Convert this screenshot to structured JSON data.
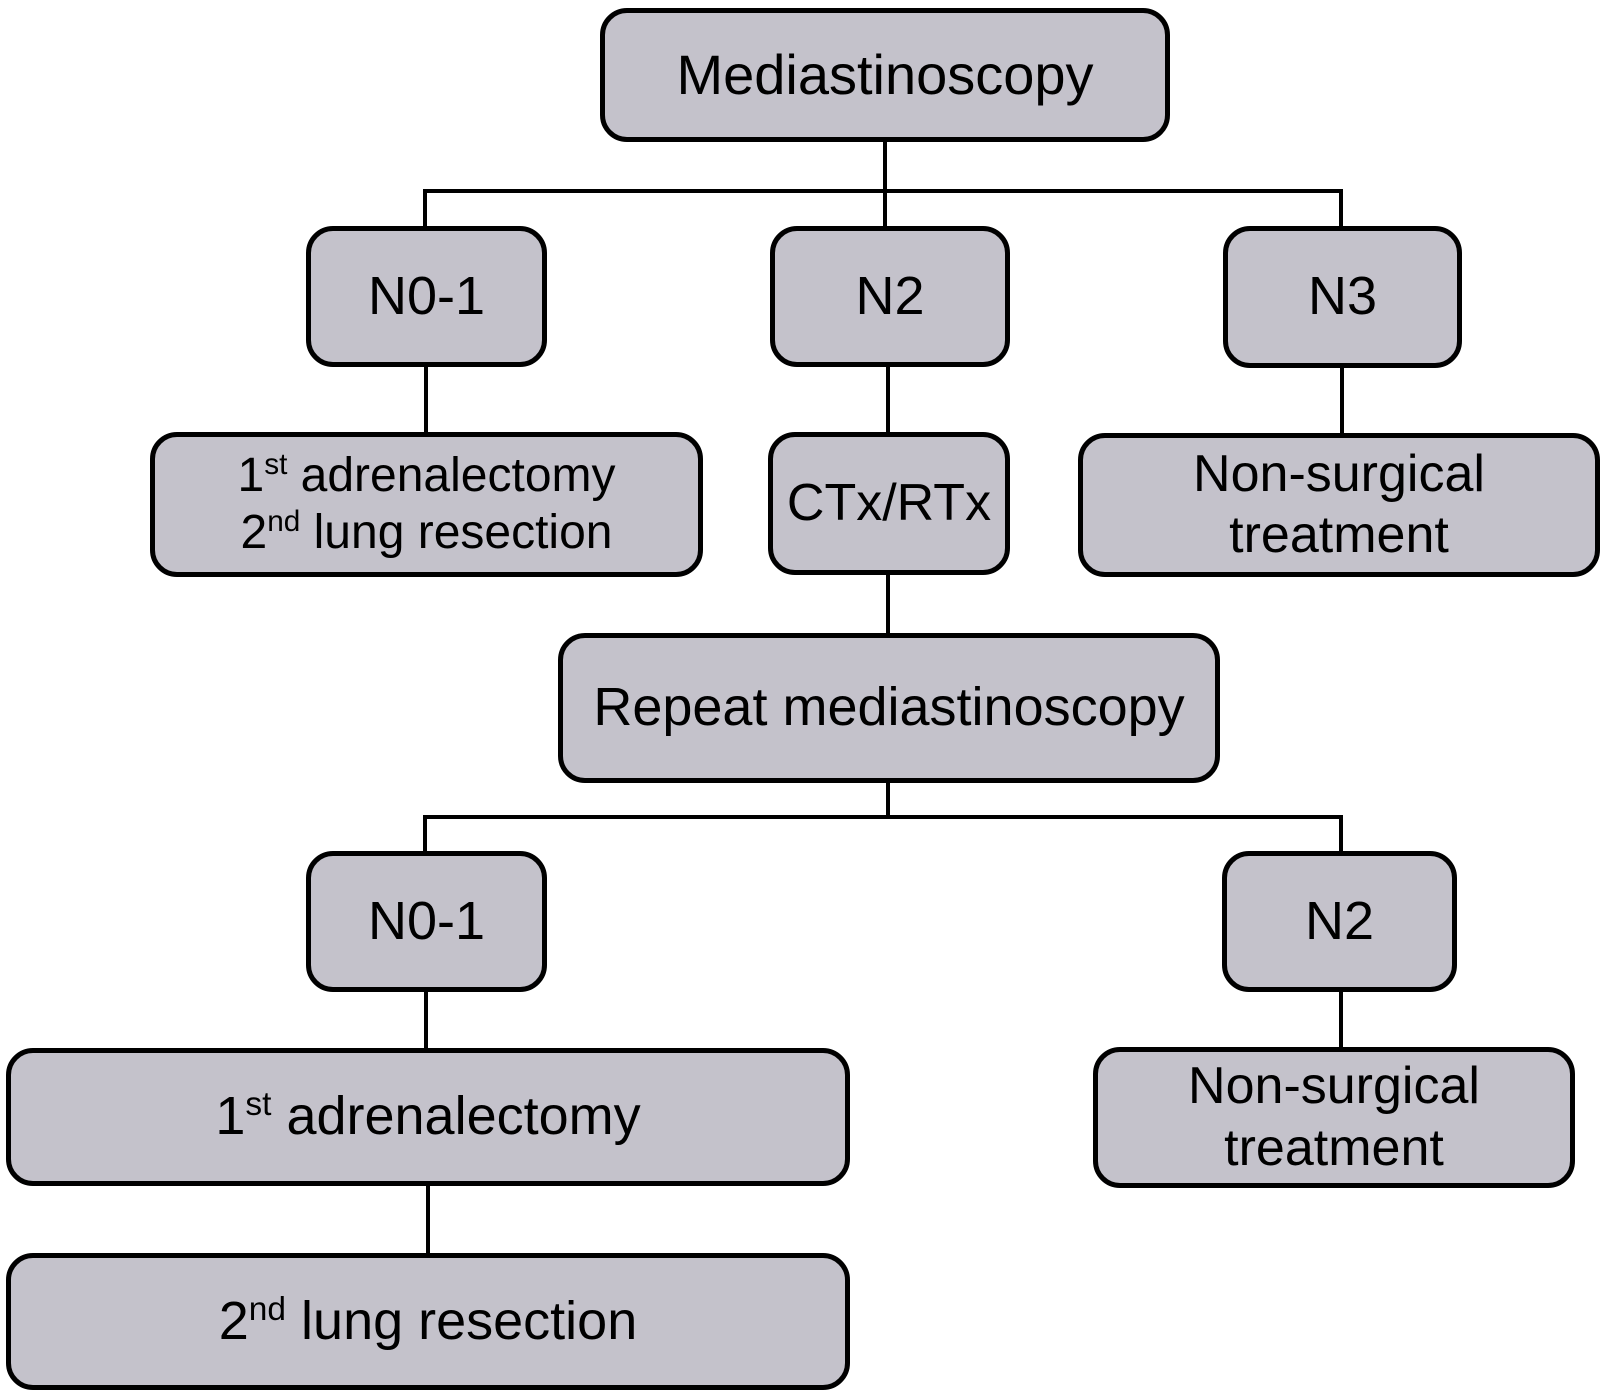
{
  "diagram": {
    "title": "Mediastinoscopy treatment decision flowchart",
    "colors": {
      "box_fill": "#c4c2cb",
      "box_border": "#000000",
      "connector_line": "#000000",
      "background": "#ffffff",
      "text": "#000000"
    },
    "nodes": {
      "mediastinoscopy": {
        "label": "Mediastinoscopy"
      },
      "n01_top": {
        "label": "N0-1"
      },
      "n2_top": {
        "label": "N2"
      },
      "n3_top": {
        "label": "N3"
      },
      "adrenalectomy_lung": {
        "line1": {
          "num": "1",
          "sup": "st",
          "text": " adrenalectomy"
        },
        "line2": {
          "num": "2",
          "sup": "nd",
          "text": " lung resection"
        }
      },
      "ctx_rtx": {
        "label": "CTx/RTx"
      },
      "nonsurgical_top": {
        "line1": "Non-surgical",
        "line2": "treatment"
      },
      "repeat_mediastinoscopy": {
        "label": "Repeat mediastinoscopy"
      },
      "n01_repeat": {
        "label": "N0-1"
      },
      "n2_repeat": {
        "label": "N2"
      },
      "adrenalectomy_first": {
        "num": "1",
        "sup": "st",
        "text": " adrenalectomy"
      },
      "nonsurgical_bottom": {
        "line1": "Non-surgical",
        "line2": "treatment"
      },
      "lung_resection_second": {
        "num": "2",
        "sup": "nd",
        "text": " lung resection"
      }
    },
    "edges": [
      {
        "from": "Mediastinoscopy",
        "to": "N0-1"
      },
      {
        "from": "Mediastinoscopy",
        "to": "N2"
      },
      {
        "from": "Mediastinoscopy",
        "to": "N3"
      },
      {
        "from": "N0-1",
        "to": "1st adrenalectomy 2nd lung resection"
      },
      {
        "from": "N2",
        "to": "CTx/RTx"
      },
      {
        "from": "N3",
        "to": "Non-surgical treatment"
      },
      {
        "from": "CTx/RTx",
        "to": "Repeat mediastinoscopy"
      },
      {
        "from": "Repeat mediastinoscopy",
        "to": "N0-1 (repeat)"
      },
      {
        "from": "Repeat mediastinoscopy",
        "to": "N2 (repeat)"
      },
      {
        "from": "N0-1 (repeat)",
        "to": "1st adrenalectomy"
      },
      {
        "from": "N2 (repeat)",
        "to": "Non-surgical treatment"
      },
      {
        "from": "1st adrenalectomy",
        "to": "2nd lung resection"
      }
    ]
  }
}
